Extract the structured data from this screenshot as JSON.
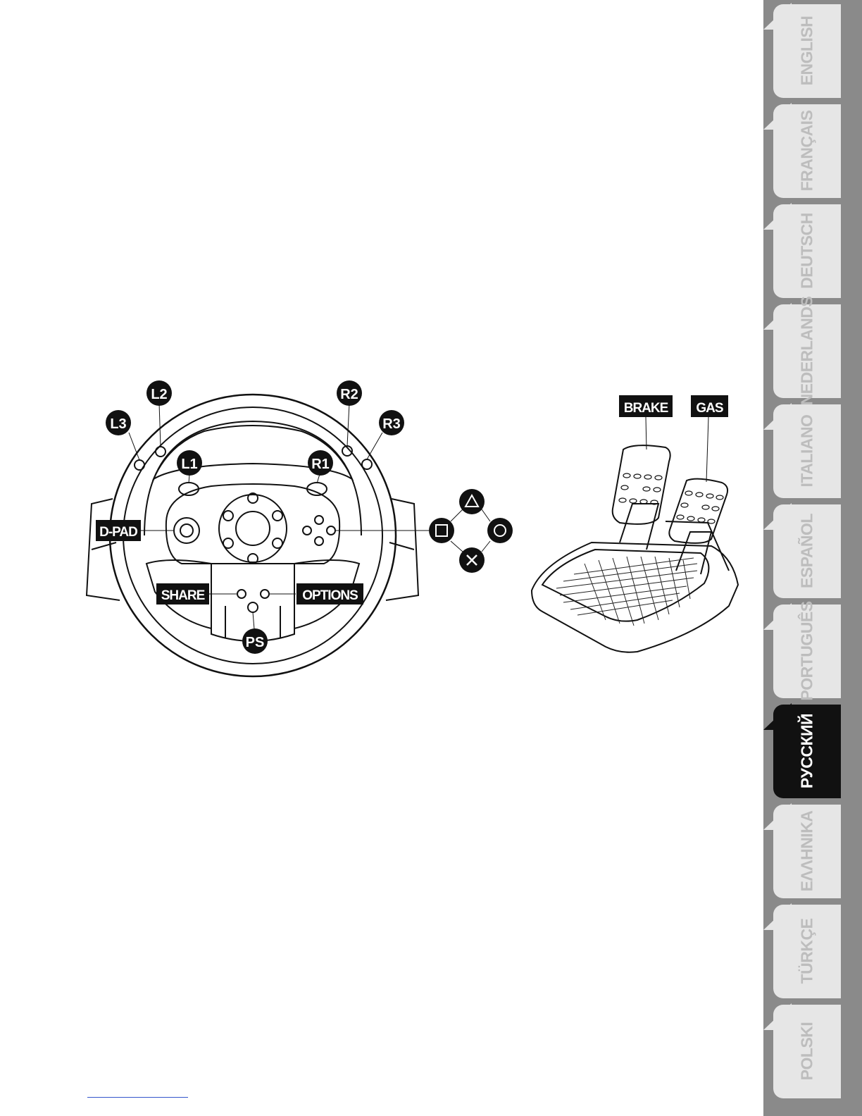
{
  "wheel_labels": {
    "l2": "L2",
    "r2": "R2",
    "l3": "L3",
    "r3": "R3",
    "l1": "L1",
    "r1": "R1",
    "dpad": "D-PAD",
    "share": "SHARE",
    "options": "OPTIONS",
    "ps": "PS"
  },
  "pedal_labels": {
    "brake": "BRAKE",
    "gas": "GAS"
  },
  "languages": [
    "ENGLISH",
    "FRANÇAIS",
    "DEUTSCH",
    "NEDERLANDS",
    "ITALIANO",
    "ESPAÑOL",
    "PORTUGUÊS",
    "РУССКИЙ",
    "ΕΛΛΗΝΙΚΑ",
    "TÜRKÇE",
    "POLSKI"
  ],
  "active_language": "РУССКИЙ"
}
